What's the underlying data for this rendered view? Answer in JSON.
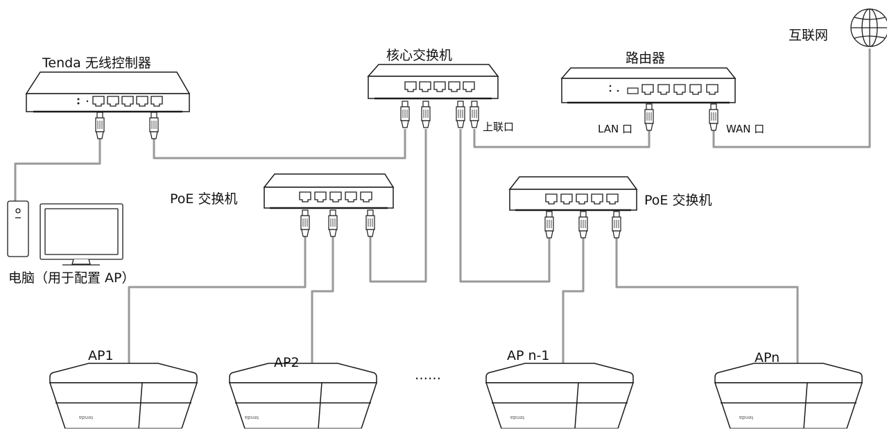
{
  "diagram": {
    "labels": {
      "controller": "Tenda 无线控制器",
      "core_switch": "核心交换机",
      "router": "路由器",
      "internet": "互联网",
      "uplink_port": "上联口",
      "lan_port": "LAN 口",
      "wan_port": "WAN 口",
      "poe_switch_left": "PoE 交换机",
      "poe_switch_right": "PoE 交换机",
      "computer": "电脑（用于配置 AP）",
      "ap1": "AP1",
      "ap2": "AP2",
      "ap_n_minus_1": "AP n-1",
      "ap_n": "APn",
      "ellipsis": "……"
    },
    "ap_brand_mark": "tenda",
    "colors": {
      "line": "#999999",
      "device_stroke": "#1a1a1a",
      "text": "#111111"
    }
  }
}
